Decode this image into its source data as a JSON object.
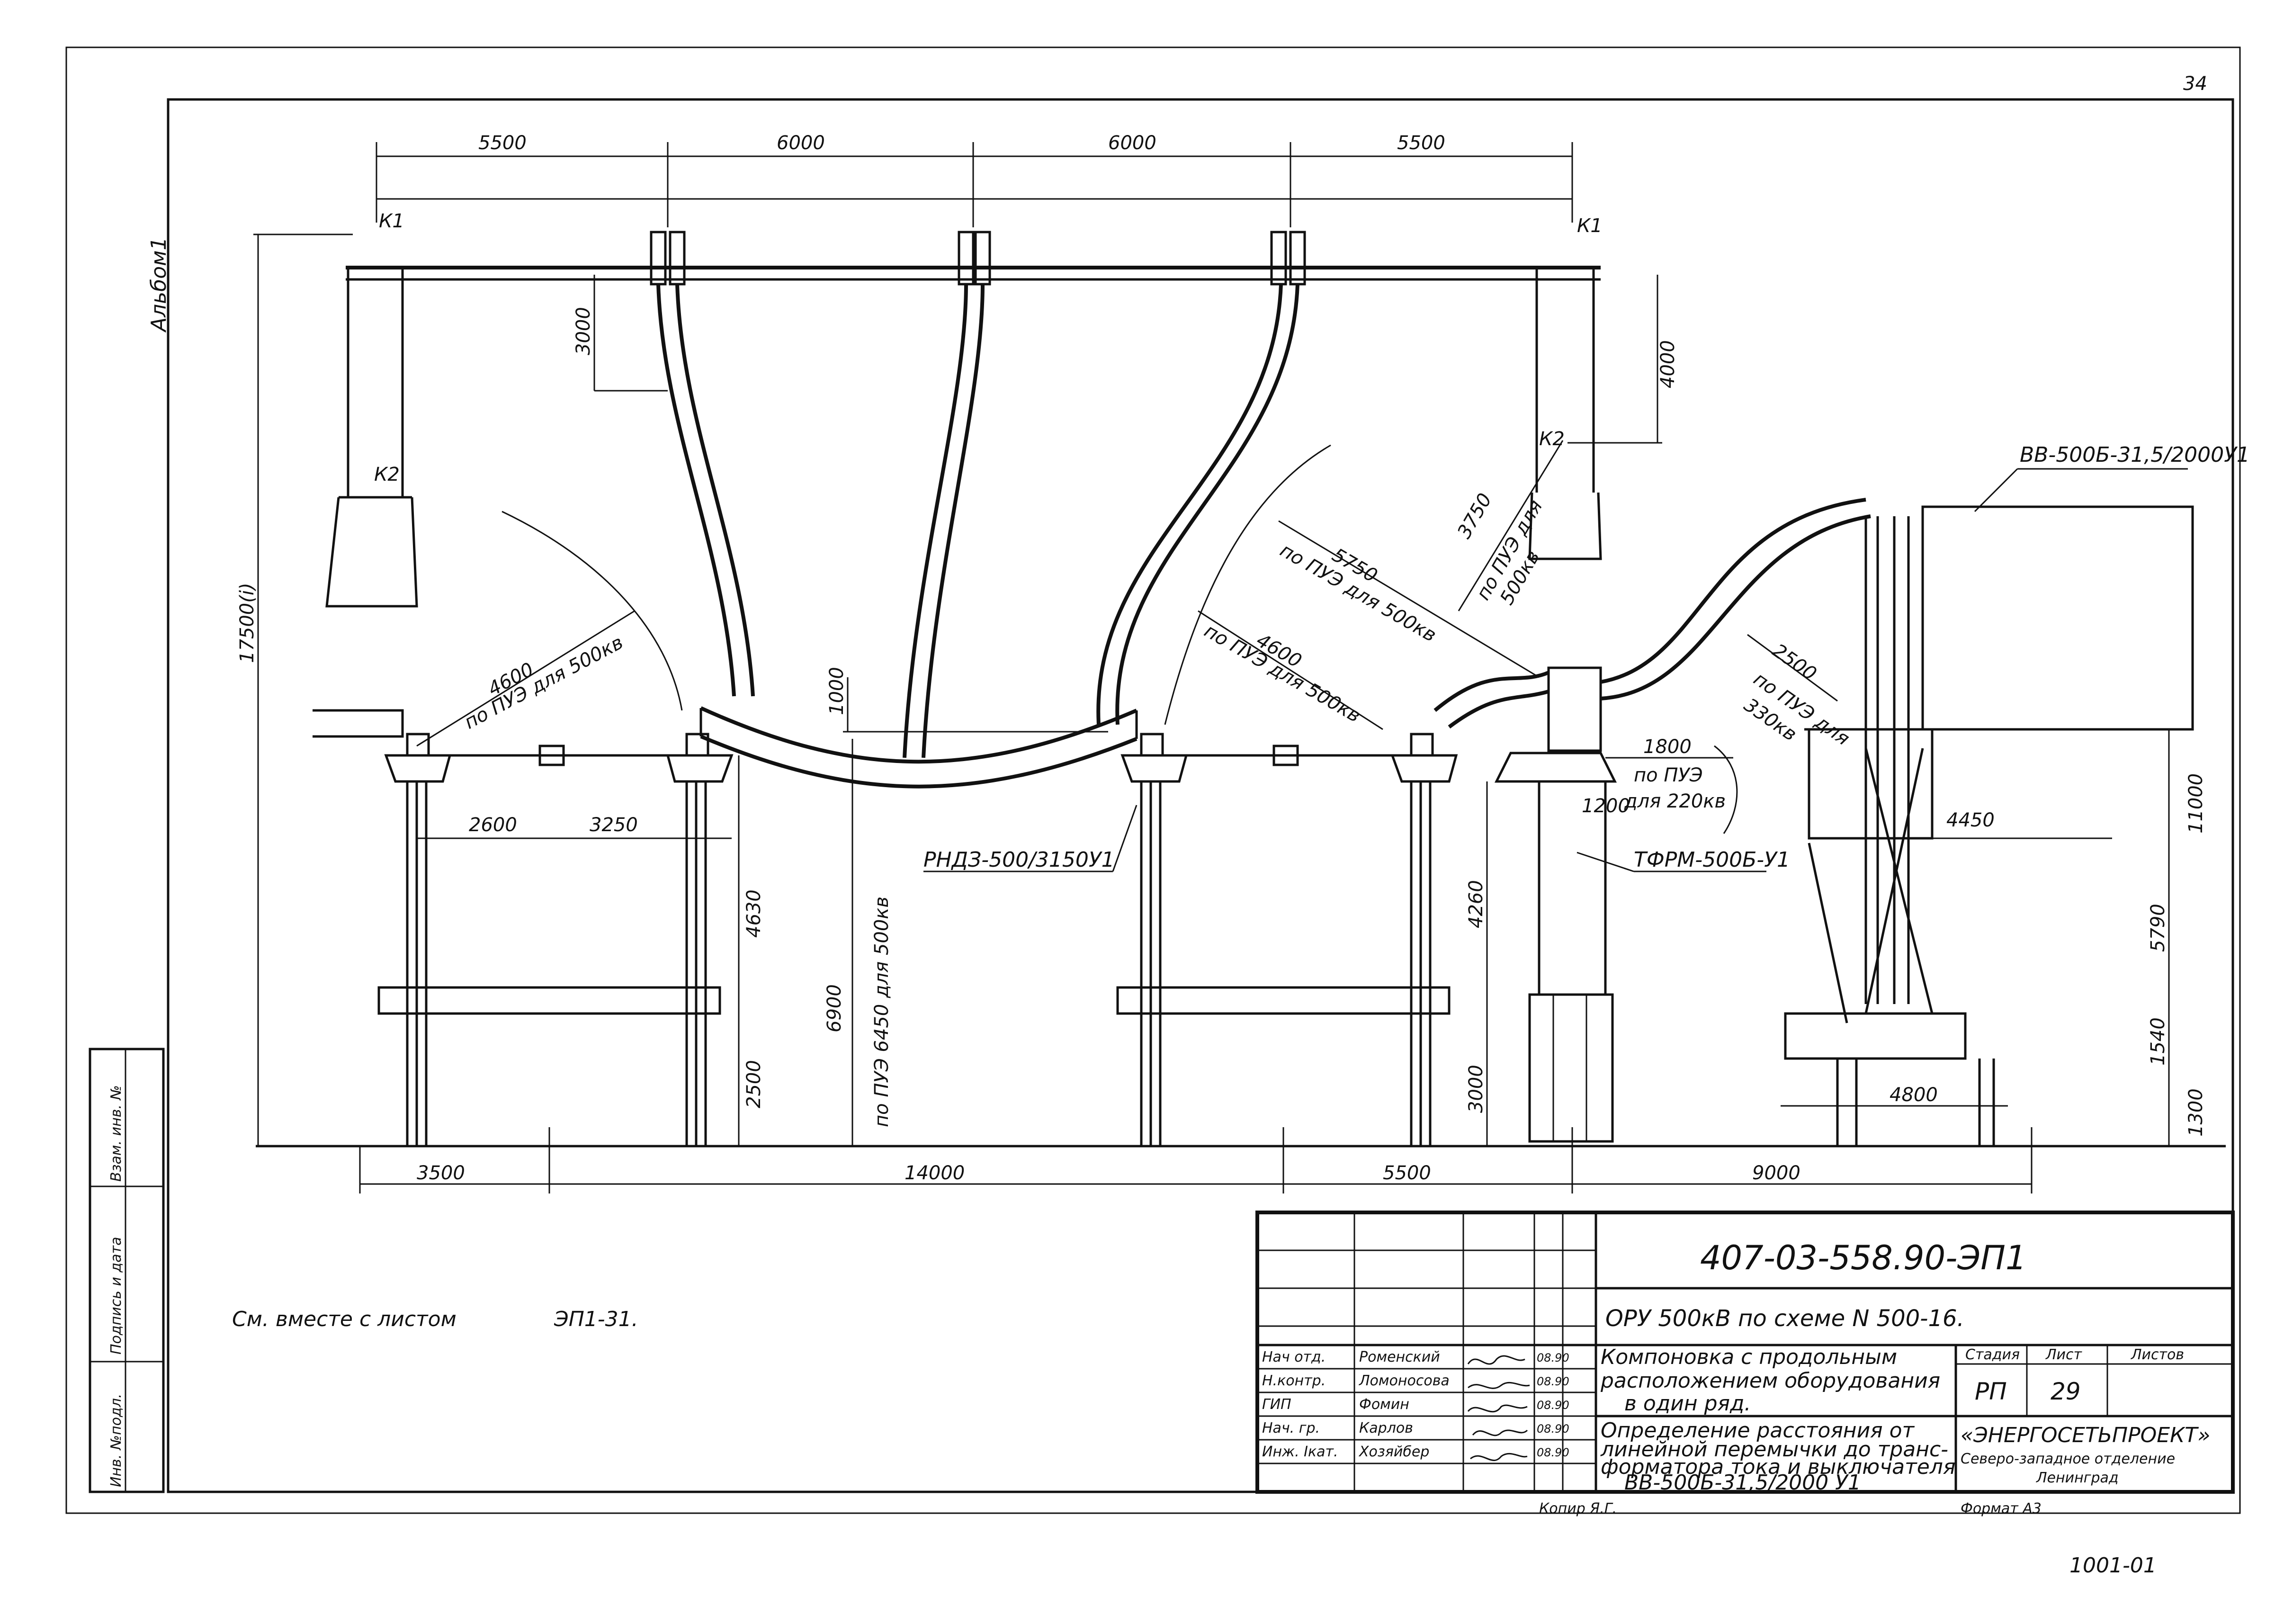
{
  "album_label": "Альбом1",
  "sheet_corner_mark": "34",
  "top_dims": [
    "5500",
    "6000",
    "6000",
    "5500"
  ],
  "axis_marks": {
    "k1_left": "К1",
    "k1_right": "К1",
    "k2_left": "К2",
    "k2_right": "К2"
  },
  "vert_dims": {
    "d3000": "3000",
    "d4000": "4000",
    "d17500": "17500(i)",
    "d1000": "1000",
    "d4630": "4630",
    "d2500": "2500",
    "d6900": "6900",
    "d4260": "4260",
    "d3000b": "3000",
    "d11000": "11000",
    "d5790": "5790",
    "d1540": "1540",
    "d1300": "1300"
  },
  "clearances": {
    "c4600_left": "4600",
    "c4600_left_note": "по ПУЭ для 500кв",
    "c5750": "5750",
    "c5750_note": "по ПУЭ для 500кв",
    "c4600_mid": "4600",
    "c4600_mid_note": "по ПУЭ для 500кв",
    "c3750": "3750",
    "c3750_note1": "по ПУЭ для",
    "c3750_note2": "500кв",
    "c2500": "2500",
    "c2500_note1": "по ПУЭ для",
    "c2500_note2": "330кв",
    "c1800": "1800",
    "c1800_note1": "по ПУЭ",
    "c1800_note2": "для 220кв",
    "c1200": "1200",
    "c6450_note": "по ПУЭ 6450 для 500кв"
  },
  "horiz_dims": {
    "d2600": "2600",
    "d3250": "3250",
    "d4450": "4450",
    "d4800": "4800"
  },
  "bottom_dims": [
    "3500",
    "14000",
    "5500",
    "9000"
  ],
  "equipment": {
    "disconnector": "РНДЗ-500/3150У1",
    "current_transformer": "ТФРМ-500Б-У1",
    "breaker": "ВВ-500Б-31,5/2000У1"
  },
  "note": {
    "see_also": "См. вместе с листом",
    "sheet_ref": "ЭП1-31."
  },
  "side_stamp": [
    "Инв. №подл.",
    "Подпись и дата",
    "Взам. инв. №"
  ],
  "title_block": {
    "doc_code": "407-03-558.90-ЭП1",
    "project": "ОРУ 500кВ по схеме N 500-16.",
    "desc1_l1": "Компоновка с продольным",
    "desc1_l2": "расположением оборудования",
    "desc1_l3": "в один ряд.",
    "desc2_l1": "Определение расстояния от",
    "desc2_l2": "линейной перемычки до транс-",
    "desc2_l3": "форматора тока и выключателя",
    "desc2_l4": "ВВ-500Б-31,5/2000 У1",
    "stage_h": "Стадия",
    "sheet_h": "Лист",
    "sheets_h": "Листов",
    "stage": "РП",
    "sheet": "29",
    "org_l1": "«ЭНЕРГОСЕТЬПРОЕКТ»",
    "org_l2": "Северо-западное отделение",
    "org_l3": "Ленинград",
    "people": [
      {
        "role": "Нач отд.",
        "name": "Роменский",
        "date": "08.90"
      },
      {
        "role": "Н.контр.",
        "name": "Ломоносова",
        "date": "08.90"
      },
      {
        "role": "ГИП",
        "name": "Фомин",
        "date": "08.90"
      },
      {
        "role": "Нач. гр.",
        "name": "Карлов",
        "date": "08.90"
      },
      {
        "role": "Инж. Ікат.",
        "name": "Хозяйбер",
        "date": "08.90"
      }
    ],
    "copied": "Копир Я.Г.",
    "format": "Формат А3",
    "footer_code": "1001-01"
  }
}
